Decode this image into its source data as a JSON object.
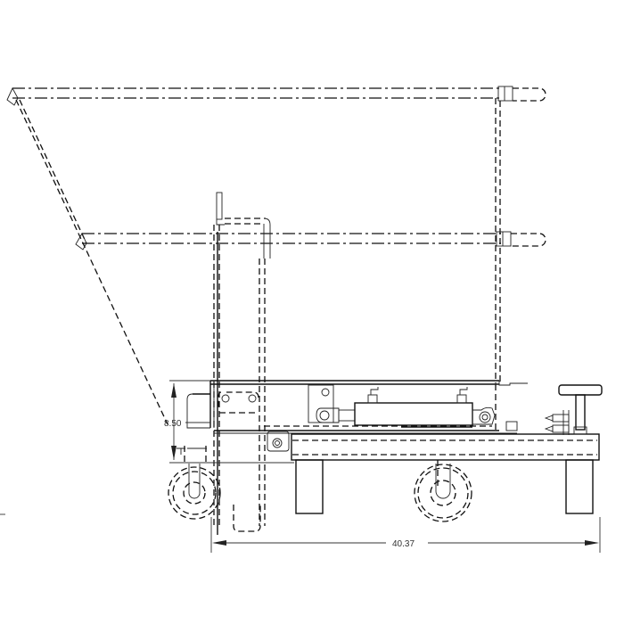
{
  "drawing": {
    "type": "technical-drawing",
    "view": "side-elevation",
    "subject": "self-dumping tilt hopper on caster base with hydraulic cylinder",
    "colors": {
      "line": "#111111",
      "dimension": "#333333",
      "background": "#ffffff"
    }
  },
  "dimensions": {
    "overall_length": {
      "label": "40.37",
      "orientation": "horizontal"
    },
    "base_height": {
      "label": "8.50",
      "orientation": "vertical"
    }
  },
  "components": {
    "hopper_upper_rim": {
      "line_style": "dash-dot",
      "note": "phantom/tilted position"
    },
    "hopper_lower_rim": {
      "line_style": "dash-dot"
    },
    "hopper_front_slope": {
      "line_style": "dashed"
    },
    "fork_pocket_post": {
      "line_style": "solid/dashed"
    },
    "hydraulic_cylinder": {
      "fittings": 2
    },
    "pump_handle": {
      "shape": "T-handle"
    },
    "front_caster": {
      "line_style": "dashed"
    },
    "rear_caster": {
      "line_style": "dashed"
    },
    "legs": 2
  }
}
